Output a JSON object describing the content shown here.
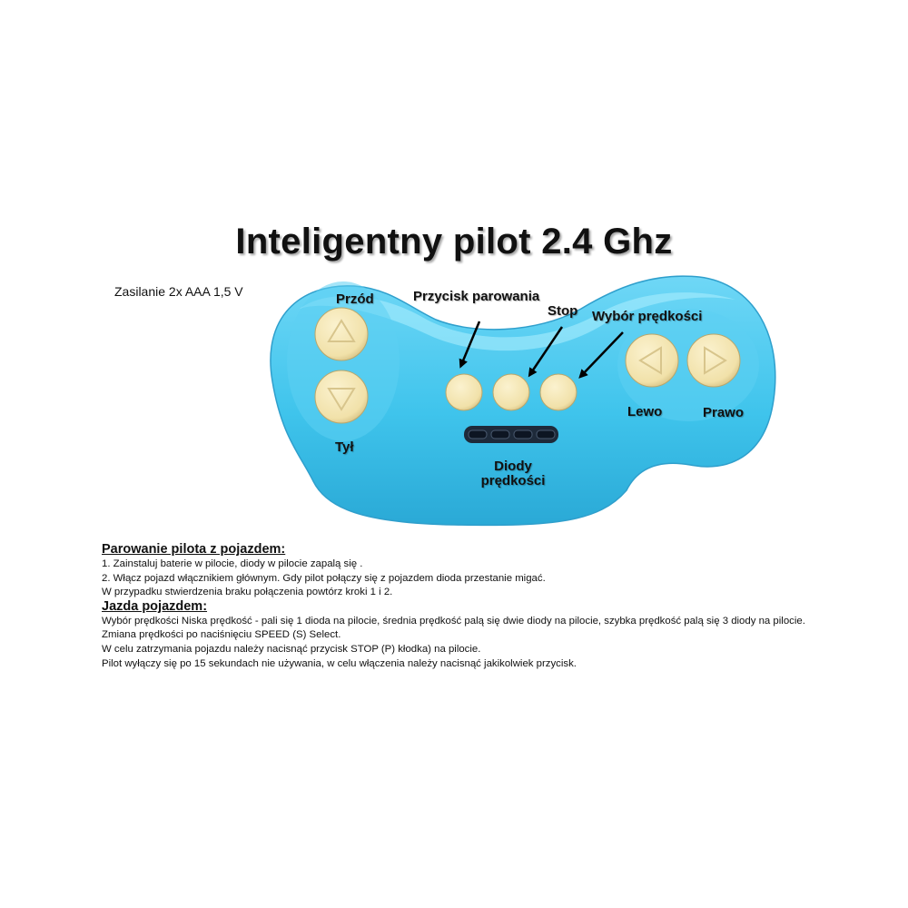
{
  "title": "Inteligentny pilot 2.4 Ghz",
  "labels": {
    "power": "Zasilanie 2x AAA 1,5 V",
    "forward": "Przód",
    "back": "Tył",
    "pairing": "Przycisk parowania",
    "stop": "Stop",
    "speed_select": "Wybór prędkości",
    "left": "Lewo",
    "right": "Prawo",
    "speed_leds_line1": "Diody",
    "speed_leds_line2": "prędkości"
  },
  "colors": {
    "remote_body": "#3fc4ec",
    "remote_light": "#8fe2fb",
    "button_cream": "#f4e6b5",
    "led_bar": "#1e2a3a",
    "arrow": "#000000"
  },
  "instructions": {
    "pairing_heading": "Parowanie pilota z pojazdem:",
    "pairing_steps": [
      "1. Zainstaluj baterie w pilocie, diody w pilocie zapalą się .",
      "2. Włącz pojazd włącznikiem głównym. Gdy pilot połączy się z pojazdem dioda  przestanie migać.",
      "W przypadku stwierdzenia braku połączenia powtórz kroki 1 i 2."
    ],
    "driving_heading": "Jazda pojazdem:",
    "driving_lines": [
      "Wybór prędkości Niska prędkość - pali się 1 dioda na pilocie, średnia prędkość palą się dwie diody na pilocie, szybka prędkość palą się 3 diody na pilocie. Zmiana prędkości po naciśnięciu SPEED (S) Select.",
      "W celu zatrzymania pojazdu należy nacisnąć przycisk STOP (P) kłodka) na pilocie.",
      "Pilot wyłączy się po 15 sekundach nie używania, w celu włączenia należy  nacisnąć jakikolwiek przycisk."
    ]
  }
}
